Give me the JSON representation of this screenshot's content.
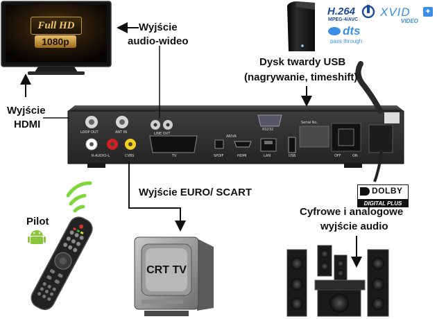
{
  "tv": {
    "badge_full_hd": "Full HD",
    "badge_res": "1080p"
  },
  "labels": {
    "av_out_line1": "Wyjście",
    "av_out_line2": "audio-wideo",
    "hdmi_line1": "Wyjście",
    "hdmi_line2": "HDMI",
    "hdd_line1": "Dysk twardy USB",
    "hdd_line2": "(nagrywanie, timeshift)",
    "scart": "Wyjście EURO/ SCART",
    "audio_line1": "Cyfrowe i analogowe",
    "audio_line2": "wyjście audio",
    "remote": "Pilot",
    "crt": "CRT TV"
  },
  "logos": {
    "h264": "H.264",
    "mpeg": "MPEG-4/AVC",
    "xvid": "XVID",
    "video": "VIDEO",
    "dts": "dts",
    "dts_sub": "pass through",
    "dolby": "DOLBY",
    "dolby_sub": "DIGITAL PLUS"
  },
  "panel": {
    "loop_out": "LOOP OUT",
    "ant_in": "ANT IN",
    "line_out": "LINE OUT",
    "r_audio_l": "R-AUDIO-L",
    "cvbs": "CVBS",
    "tv": "TV",
    "spdif": "SPDIF",
    "hdmi": "HDMI",
    "lan": "LAN",
    "usb": "USB",
    "rs232": "RS232",
    "serial": "Serial No.",
    "off": "OFF",
    "on": "ON",
    "brand": "ARIVA"
  },
  "colors": {
    "arrow": "#111111",
    "device_body": "#2b2b2b",
    "panel": "#3a3a3a",
    "remote_glow": "#7fd63a",
    "android_green": "#8cc63f"
  }
}
